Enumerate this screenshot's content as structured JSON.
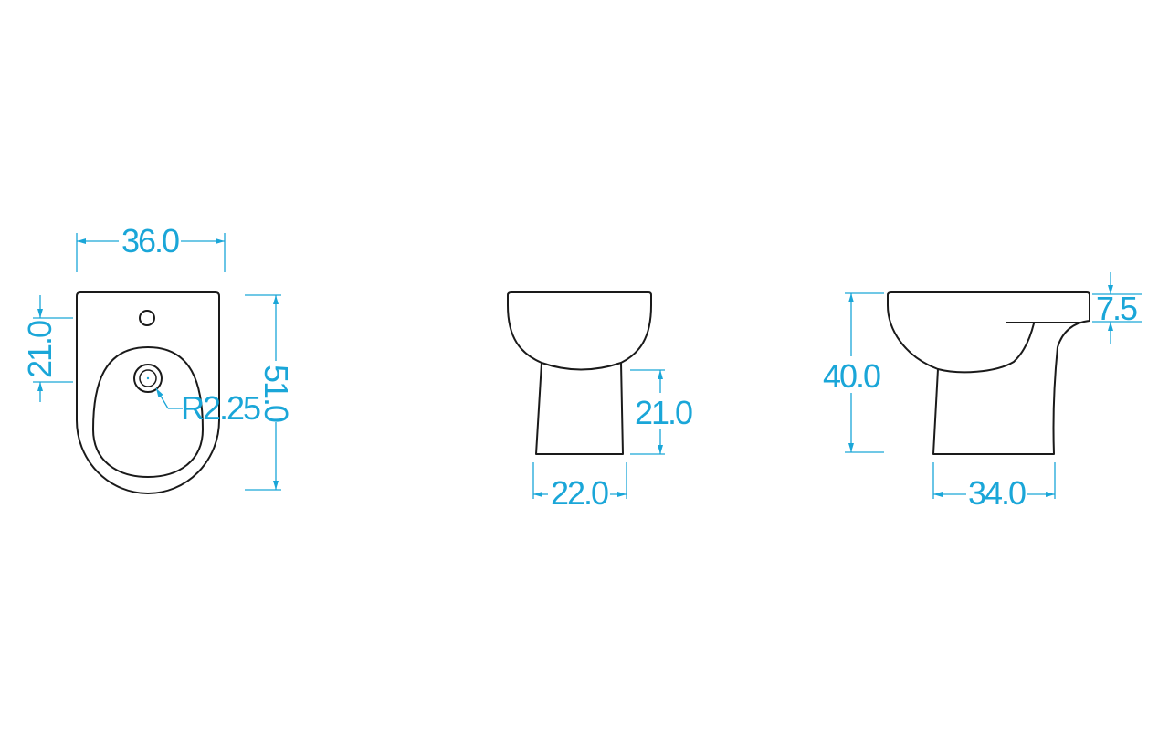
{
  "dimensions": {
    "top_width": "36.0",
    "top_hole_offset": "21.0",
    "top_depth": "51.0",
    "top_radius": "R2.25",
    "front_height": "21.0",
    "front_width": "22.0",
    "side_height": "40.0",
    "side_rim": "7.5",
    "side_width": "34.0"
  },
  "colors": {
    "outline": "#1a1a1a",
    "dimension": "#1aa6d8"
  }
}
